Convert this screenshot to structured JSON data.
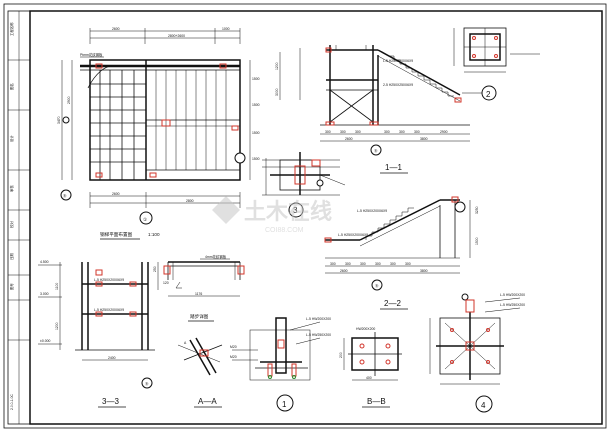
{
  "title_block": {
    "fields": [
      "工程名称",
      "图名",
      "设计",
      "审核",
      "校对",
      "日期",
      "图号"
    ],
    "bottom_code": "2.0.0-1.0C"
  },
  "plan": {
    "title": "钢梯平面布置图",
    "scale": "1:100",
    "top_dims": [
      "2600",
      "2800+2600",
      "1000"
    ],
    "bottom_dims": [
      "2600",
      "2800"
    ],
    "axis_bottom": "①",
    "axis_left": "Ⓑ",
    "note": "Ptmm花纹钢板",
    "right_dims": [
      "1500",
      "1500",
      "1500",
      "1500"
    ],
    "left_dims": [
      "3470",
      "2900"
    ]
  },
  "section_1_1": {
    "label": "1—1",
    "dims_bottom": [
      "300",
      "300",
      "300",
      "300",
      "300",
      "300",
      "2900"
    ],
    "dims_total": [
      "2600",
      "3800"
    ],
    "left_dims": [
      "1200",
      "3000"
    ],
    "notes": [
      "L-5 H250X200X6X9",
      "2-5 H250X250X6X9"
    ],
    "marker": "2"
  },
  "section_2_2": {
    "label": "2—2",
    "dims_bottom": [
      "300",
      "300",
      "300",
      "300",
      "300",
      "300"
    ],
    "dims_total": [
      "2600",
      "3800"
    ],
    "notes": [
      "L-5 H250X200X6X9",
      "L-5 H250X200X6X9"
    ],
    "right_dims": [
      "3250",
      "1500"
    ]
  },
  "detail_3": {
    "marker": "3"
  },
  "detail_3_3": {
    "label": "3—3",
    "level_top": "4.500",
    "level_mid": "3.000",
    "level_bot": "±0.000",
    "dims": [
      "1100",
      "1200"
    ],
    "bottom_dim": "2400",
    "notes": [
      "L-5 H250X200X6X9",
      "L-5 H250X200X6X9"
    ],
    "axis": "Ⓑ"
  },
  "stair_step": {
    "label": "踏步详图",
    "note": "4mm花纹钢板",
    "dims": [
      "250",
      "120"
    ],
    "bottom_dim": "1176"
  },
  "section_A_A": {
    "label": "A—A"
  },
  "detail_1": {
    "marker": "1"
  },
  "section_B_B": {
    "label": "B—B",
    "dims": [
      "400",
      "200"
    ]
  },
  "detail_4": {
    "marker": "4"
  },
  "watermark": "土木在线",
  "watermark_sub": "COI88.COM"
}
